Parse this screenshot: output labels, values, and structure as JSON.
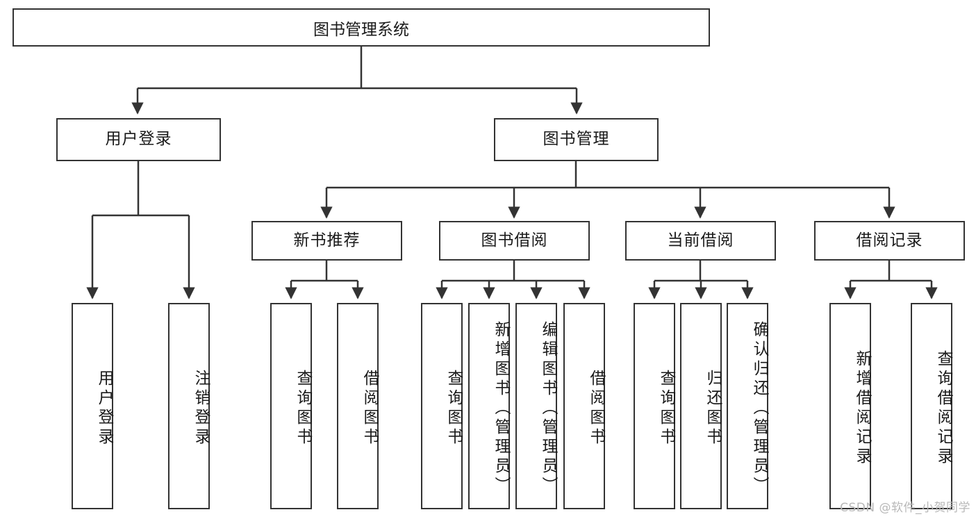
{
  "diagram": {
    "title": "图书管理系统",
    "type": "tree-hierarchy-diagram",
    "root": {
      "id": "root",
      "label": "图书管理系统"
    },
    "level2": [
      {
        "id": "user-login",
        "label": "用户登录"
      },
      {
        "id": "book-management",
        "label": "图书管理"
      }
    ],
    "level3": [
      {
        "id": "new-book-recommend",
        "label": "新书推荐",
        "parent": "book-management"
      },
      {
        "id": "book-borrow",
        "label": "图书借阅",
        "parent": "book-management"
      },
      {
        "id": "current-borrow",
        "label": "当前借阅",
        "parent": "book-management"
      },
      {
        "id": "borrow-record",
        "label": "借阅记录",
        "parent": "book-management"
      }
    ],
    "leaves": {
      "user_login": [
        {
          "id": "leaf-user-login",
          "label": "用户登录"
        },
        {
          "id": "leaf-logout-login",
          "label": "注销登录"
        }
      ],
      "new_book_recommend": [
        {
          "id": "leaf-query-book-1",
          "label": "查询图书"
        },
        {
          "id": "leaf-borrow-book-1",
          "label": "借阅图书"
        }
      ],
      "book_borrow": [
        {
          "id": "leaf-query-book-2",
          "label": "查询图书"
        },
        {
          "id": "leaf-add-book",
          "label": "新增图书（管理员）"
        },
        {
          "id": "leaf-edit-book",
          "label": "编辑图书（管理员）"
        },
        {
          "id": "leaf-borrow-book-2",
          "label": "借阅图书"
        }
      ],
      "current_borrow": [
        {
          "id": "leaf-query-book-3",
          "label": "查询图书"
        },
        {
          "id": "leaf-return-book",
          "label": "归还图书"
        },
        {
          "id": "leaf-confirm-return",
          "label": "确认归还（管理员）"
        }
      ],
      "borrow_record": [
        {
          "id": "leaf-add-record",
          "label": "新增借阅记录"
        },
        {
          "id": "leaf-query-record",
          "label": "查询借阅记录"
        }
      ]
    }
  },
  "watermark": {
    "text": "CSDN @软件_小贺同学"
  },
  "colors": {
    "stroke": "#333333",
    "background": "#ffffff",
    "text": "#1a1a1a",
    "watermark": "#b8b8b8"
  }
}
